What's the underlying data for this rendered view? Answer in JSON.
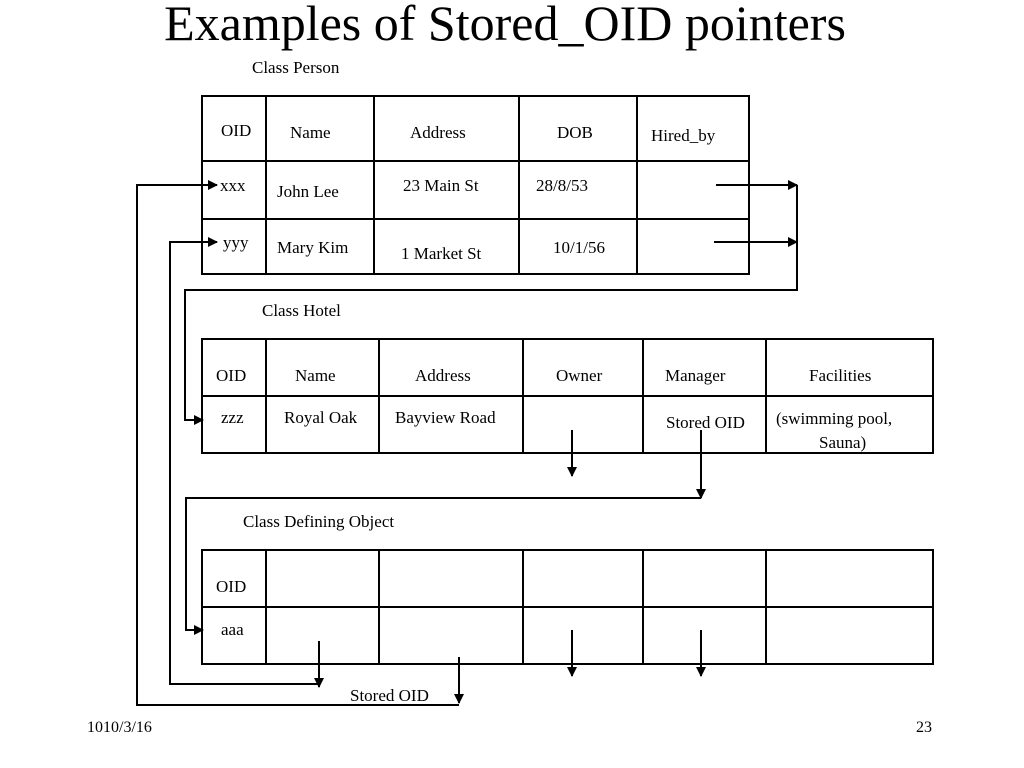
{
  "slide": {
    "title": "Examples of Stored_OID pointers",
    "footer_date": "1010/3/16",
    "page_number": "23"
  },
  "person": {
    "label": "Class Person",
    "headers": [
      "OID",
      "Name",
      "Address",
      "DOB",
      "Hired_by"
    ],
    "rows": [
      [
        "xxx",
        "John Lee",
        "23 Main St",
        "28/8/53",
        ""
      ],
      [
        "yyy",
        "Mary Kim",
        "1 Market St",
        "10/1/56",
        ""
      ]
    ]
  },
  "hotel": {
    "label": "Class Hotel",
    "headers": [
      "OID",
      "Name",
      "Address",
      "Owner",
      "Manager",
      "Facilities"
    ],
    "row": [
      "zzz",
      "Royal Oak",
      "Bayview Road",
      "",
      "Stored OID",
      "(swimming pool,",
      "Sauna)"
    ]
  },
  "defining": {
    "label": "Class Defining Object",
    "header_oid": "OID",
    "row_oid": "aaa",
    "stored_oid_label": "Stored OID"
  },
  "colors": {
    "line": "#000000",
    "background": "#ffffff"
  }
}
